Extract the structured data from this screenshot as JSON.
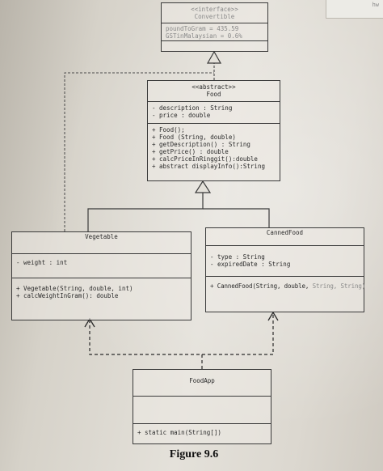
{
  "corner_mark": "hw",
  "caption": "Figure 9.6",
  "convertible": {
    "stereotype": "<<interface>>",
    "name": "Convertible",
    "attributes": [
      "poundToGram = 435.59",
      "GSTinMalaysian = 0.6%"
    ]
  },
  "food": {
    "stereotype": "<<abstract>>",
    "name": "Food",
    "attributes": [
      "- description : String",
      "- price : double"
    ],
    "methods": [
      "+ Food();",
      "+ Food (String, double)",
      "+ getDescription() : String",
      "+ getPrice() : double",
      "+ calcPriceInRinggit():double",
      "+ abstract displayInfo():String"
    ]
  },
  "vegetable": {
    "name": "Vegetable",
    "attributes": [
      "- weight : int"
    ],
    "methods": [
      "+ Vegetable(String, double, int)",
      "+ calcWeightInGram(): double"
    ]
  },
  "canned_food": {
    "name": "CannedFood",
    "attributes": [
      "- type : String",
      "- expiredDate : String"
    ],
    "methods": [
      "+ CannedFood(String, double, ",
      "String, String)"
    ]
  },
  "food_app": {
    "name": "FoodApp",
    "methods": [
      "+ static main(String[])"
    ]
  },
  "colors": {
    "line": "#3a3a3a",
    "paper": "#e4e1da"
  }
}
